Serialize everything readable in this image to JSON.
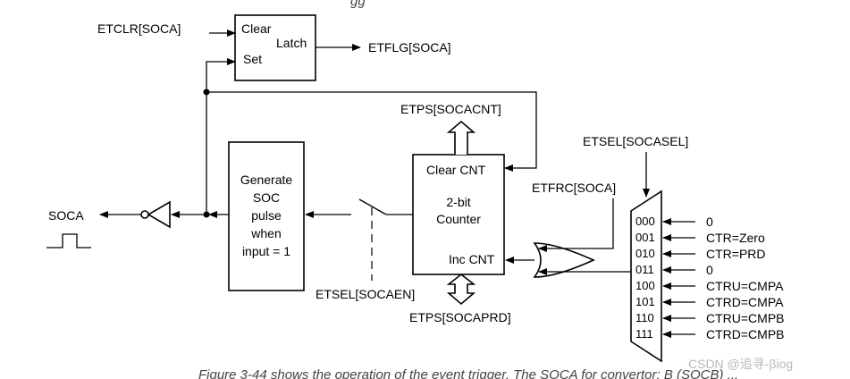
{
  "caption_fragment_top": "gg",
  "caption_fragment_bottom": "Figure 3-44 shows the operation of the event trigger. The SOCA for convertor: B (SOCB) ...",
  "latch": {
    "clear_label": "Clear",
    "latch_label": "Latch",
    "set_label": "Set",
    "clear_input": "ETCLR[SOCA]",
    "output": "ETFLG[SOCA]"
  },
  "output": {
    "soca_label": "SOCA"
  },
  "generator": {
    "lines": [
      "Generate",
      "SOC",
      "pulse",
      "when",
      "input = 1"
    ]
  },
  "switch_enable_label": "ETSEL[SOCAEN]",
  "counter": {
    "clear_label": "Clear  CNT",
    "title_line1": "2-bit",
    "title_line2": "Counter",
    "inc_label": "Inc CNT",
    "count_output": "ETPS[SOCACNT]",
    "period_input": "ETPS[SOCAPRD]"
  },
  "force_input": "ETFRC[SOCA]",
  "mux": {
    "select_label": "ETSEL[SOCASEL]",
    "rows": [
      {
        "code": "000",
        "signal": "0"
      },
      {
        "code": "001",
        "signal": "CTR=Zero"
      },
      {
        "code": "010",
        "signal": "CTR=PRD"
      },
      {
        "code": "011",
        "signal": "0"
      },
      {
        "code": "100",
        "signal": "CTRU=CMPA"
      },
      {
        "code": "101",
        "signal": "CTRD=CMPA"
      },
      {
        "code": "110",
        "signal": "CTRU=CMPB"
      },
      {
        "code": "111",
        "signal": "CTRD=CMPB"
      }
    ]
  },
  "watermark": "CSDN @追寻-βiog"
}
